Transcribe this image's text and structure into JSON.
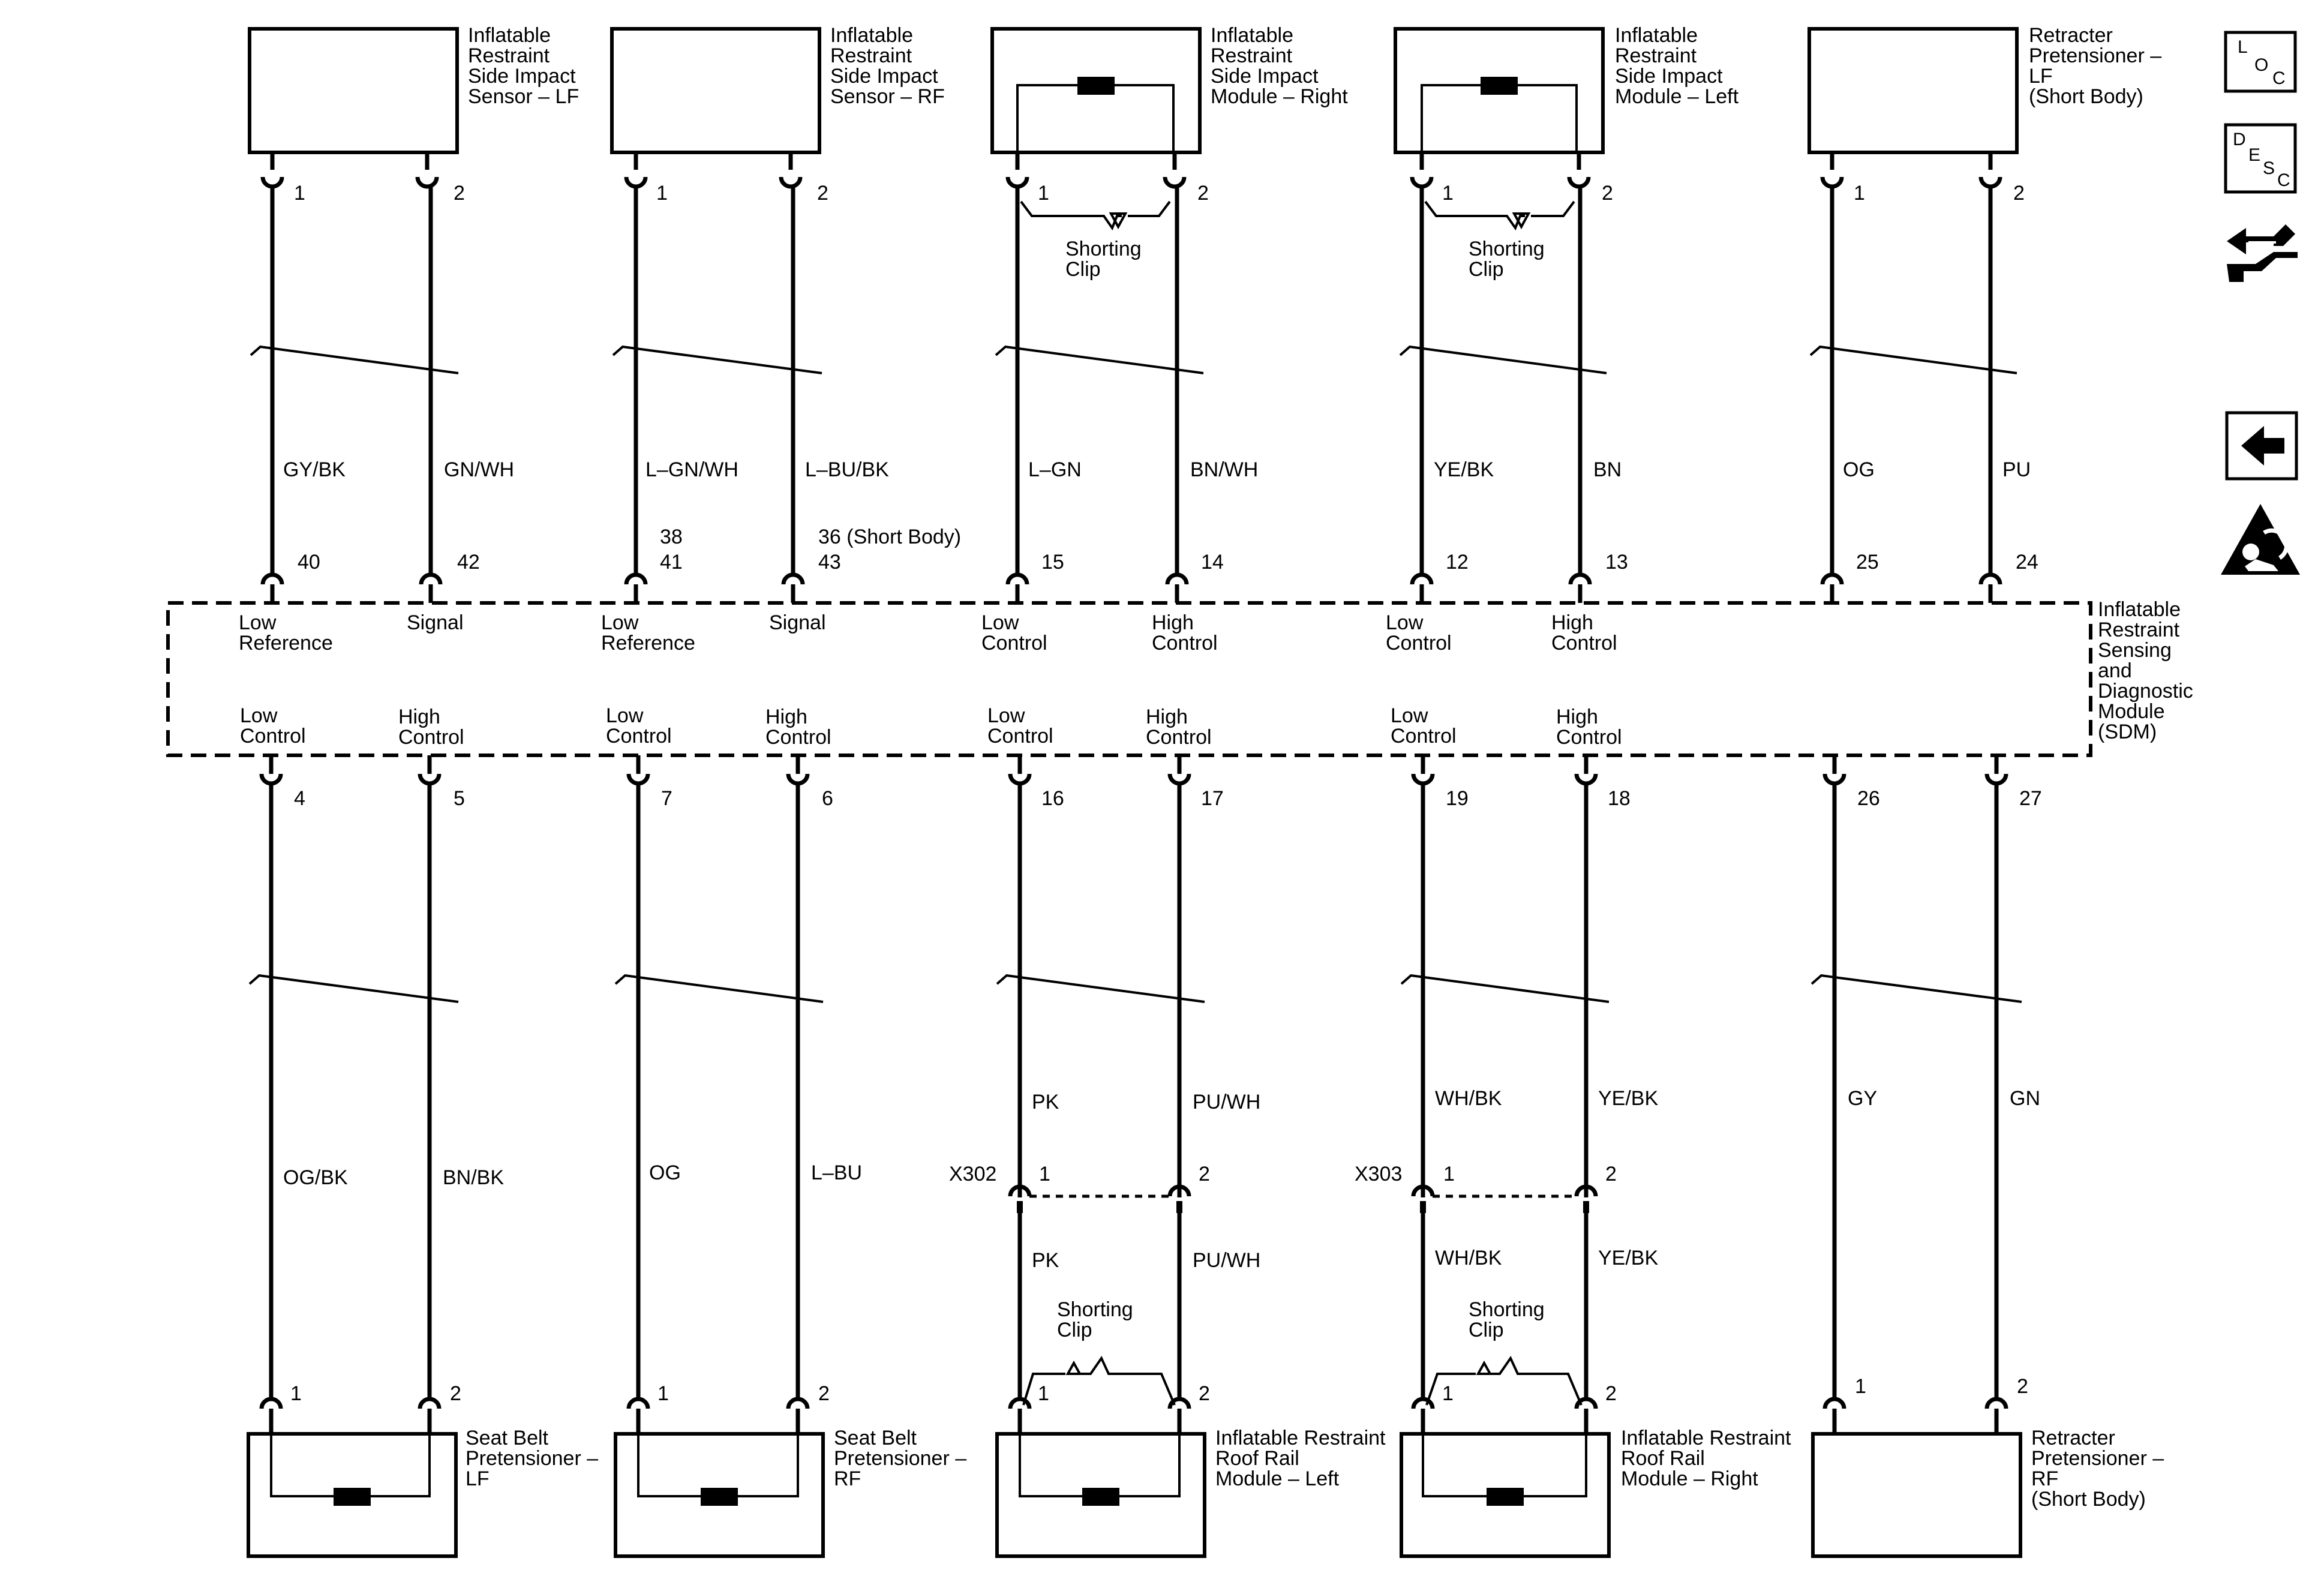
{
  "sdm": {
    "lines": [
      "Inflatable",
      "Restraint",
      "Sensing",
      "and",
      "Diagnostic",
      "Module",
      "(SDM)"
    ]
  },
  "top_components": [
    {
      "lines": [
        "Inflatable",
        "Restraint",
        "Side Impact",
        "Sensor – LF"
      ],
      "pins": [
        "1",
        "2"
      ],
      "wires": [
        "GY/BK",
        "GN/WH"
      ],
      "sdm_pins": [
        "40",
        "42"
      ],
      "sdm_funcs": [
        [
          "Low",
          "Reference"
        ],
        [
          "Signal"
        ]
      ]
    },
    {
      "lines": [
        "Inflatable",
        "Restraint",
        "Side Impact",
        "Sensor – RF"
      ],
      "pins": [
        "1",
        "2"
      ],
      "wires": [
        "L–GN/WH",
        "L–BU/BK"
      ],
      "sdm_pins": [
        "41",
        "43"
      ],
      "sdm_alt": [
        "38",
        "36 (Short Body)"
      ],
      "sdm_funcs": [
        [
          "Low",
          "Reference"
        ],
        [
          "Signal"
        ]
      ]
    },
    {
      "lines": [
        "Inflatable",
        "Restraint",
        "Side Impact",
        "Module – Right"
      ],
      "pins": [
        "1",
        "2"
      ],
      "shorting_clip": [
        "Shorting",
        "Clip"
      ],
      "wires": [
        "L–GN",
        "BN/WH"
      ],
      "sdm_pins": [
        "15",
        "14"
      ],
      "sdm_funcs": [
        [
          "Low",
          "Control"
        ],
        [
          "High",
          "Control"
        ]
      ]
    },
    {
      "lines": [
        "Inflatable",
        "Restraint",
        "Side Impact",
        "Module – Left"
      ],
      "pins": [
        "1",
        "2"
      ],
      "shorting_clip": [
        "Shorting",
        "Clip"
      ],
      "wires": [
        "YE/BK",
        "BN"
      ],
      "sdm_pins": [
        "12",
        "13"
      ],
      "sdm_funcs": [
        [
          "Low",
          "Control"
        ],
        [
          "High",
          "Control"
        ]
      ]
    },
    {
      "lines": [
        "Retracter",
        "Pretensioner –",
        "LF",
        "(Short Body)"
      ],
      "pins": [
        "1",
        "2"
      ],
      "wires": [
        "OG",
        "PU"
      ],
      "sdm_pins": [
        "25",
        "24"
      ]
    }
  ],
  "bottom_components": [
    {
      "lines": [
        "Seat Belt",
        "Pretensioner –",
        "LF"
      ],
      "sdm_funcs": [
        [
          "Low",
          "Control"
        ],
        [
          "High",
          "Control"
        ]
      ],
      "sdm_pins": [
        "4",
        "5"
      ],
      "wires": [
        "OG/BK",
        "BN/BK"
      ],
      "pins": [
        "1",
        "2"
      ]
    },
    {
      "lines": [
        "Seat Belt",
        "Pretensioner –",
        "RF"
      ],
      "sdm_funcs": [
        [
          "Low",
          "Control"
        ],
        [
          "High",
          "Control"
        ]
      ],
      "sdm_pins": [
        "7",
        "6"
      ],
      "wires": [
        "OG",
        "L–BU"
      ],
      "pins": [
        "1",
        "2"
      ]
    },
    {
      "lines": [
        "Inflatable Restraint",
        "Roof Rail",
        "Module – Left"
      ],
      "sdm_funcs": [
        [
          "Low",
          "Control"
        ],
        [
          "High",
          "Control"
        ]
      ],
      "sdm_pins": [
        "16",
        "17"
      ],
      "wires": [
        "PK",
        "PU/WH"
      ],
      "connector": "X302",
      "connector_pins": [
        "1",
        "2"
      ],
      "wires_after": [
        "PK",
        "PU/WH"
      ],
      "shorting_clip": [
        "Shorting",
        "Clip"
      ],
      "pins": [
        "1",
        "2"
      ]
    },
    {
      "lines": [
        "Inflatable Restraint",
        "Roof Rail",
        "Module – Right"
      ],
      "sdm_funcs": [
        [
          "Low",
          "Control"
        ],
        [
          "High",
          "Control"
        ]
      ],
      "sdm_pins": [
        "19",
        "18"
      ],
      "wires": [
        "WH/BK",
        "YE/BK"
      ],
      "connector": "X303",
      "connector_pins": [
        "1",
        "2"
      ],
      "wires_after": [
        "WH/BK",
        "YE/BK"
      ],
      "shorting_clip": [
        "Shorting",
        "Clip"
      ],
      "pins": [
        "1",
        "2"
      ]
    },
    {
      "lines": [
        "Retracter",
        "Pretensioner –",
        "RF",
        "(Short Body)"
      ],
      "sdm_pins": [
        "26",
        "27"
      ],
      "wires": [
        "GY",
        "GN"
      ],
      "pins": [
        "1",
        "2"
      ]
    }
  ],
  "sidebar": {
    "loc_letters": [
      "L",
      "O",
      "C"
    ],
    "desc_letters": [
      "D",
      "E",
      "S",
      "C"
    ],
    "icons": [
      "connector-end-view-icon",
      "back-arrow-icon",
      "airbag-warning-icon"
    ]
  }
}
